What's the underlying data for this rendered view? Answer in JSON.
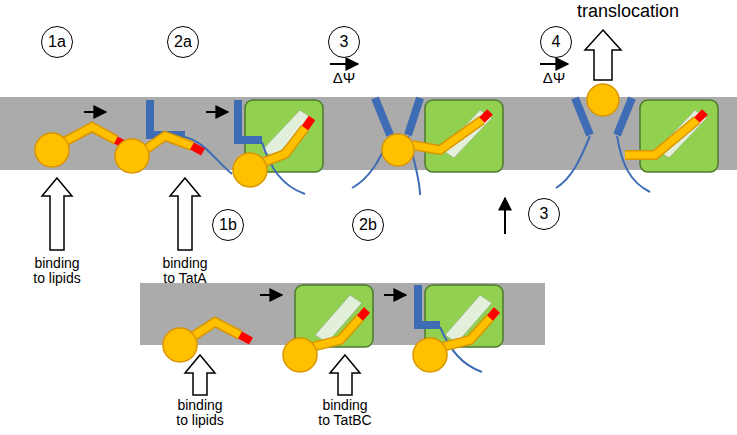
{
  "diagram": {
    "nodes": [
      {
        "text": [
          "1a"
        ]
      },
      {
        "text": [
          "2a"
        ]
      },
      {
        "text": [
          "3"
        ]
      },
      {
        "text": [
          "4"
        ]
      },
      {
        "text": [
          "3"
        ]
      },
      {
        "text": [
          "1b"
        ]
      },
      {
        "text": [
          "2b"
        ]
      }
    ],
    "labels": [
      "translocation",
      "ΔΨ",
      "ΔΨ",
      "binding to lipids",
      "binding to TatA",
      "binding to lipids",
      "binding to TatBC"
    ]
  }
}
